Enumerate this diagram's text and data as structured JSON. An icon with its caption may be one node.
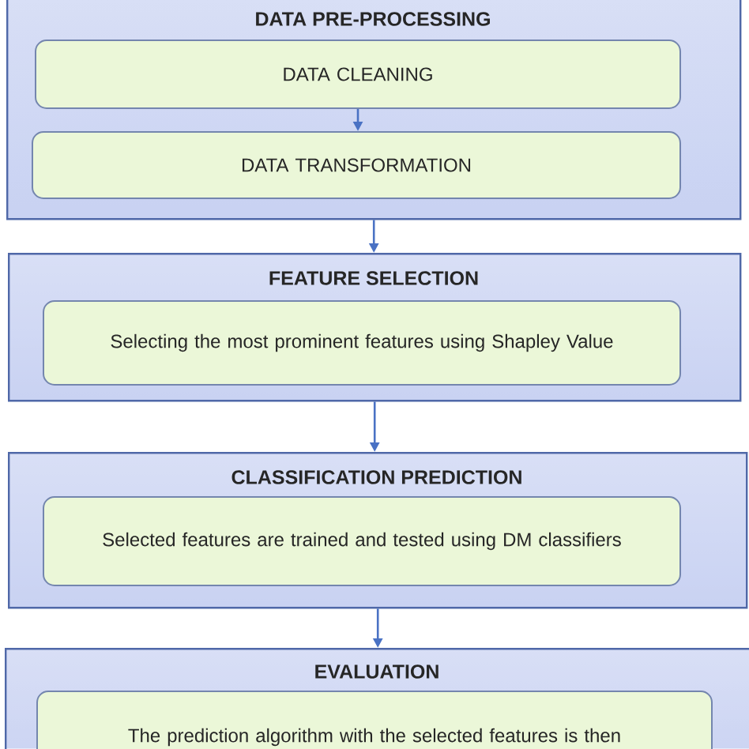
{
  "diagram": {
    "nodes": [
      {
        "text": [
          "DATA PRE-PROCESSING"
        ]
      },
      {
        "text": [
          "DATA CLEANING"
        ],
        "in": 0
      },
      {
        "text": [
          "DATA TRANSFORMATION"
        ],
        "in": 0
      },
      {
        "text": [
          "FEATURE SELECTION"
        ]
      },
      {
        "text": [
          "Selecting the most prominent features using Shapley Value"
        ],
        "in": 3
      },
      {
        "text": [
          "CLASSIFICATION PREDICTION"
        ]
      },
      {
        "text": [
          "Selected features are trained and tested using DM classifiers"
        ],
        "in": 5
      },
      {
        "text": [
          "EVALUATION"
        ]
      },
      {
        "text": [
          "The prediction algorithm with the selected features is then"
        ],
        "in": 7
      }
    ],
    "edges": [
      {
        "from": 1,
        "to": 2,
        "arrow": "to"
      },
      {
        "from": 0,
        "to": 3,
        "arrow": "to"
      },
      {
        "from": 3,
        "to": 5,
        "arrow": "to"
      },
      {
        "from": 5,
        "to": 7,
        "arrow": "to"
      }
    ]
  }
}
